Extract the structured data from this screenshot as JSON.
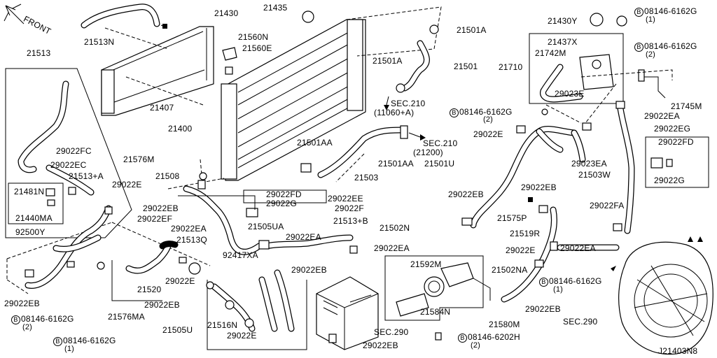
{
  "front_label": "FRONT",
  "diagram_id": "J21403N8",
  "labels": {
    "p21513N": "21513N",
    "p21513": "21513",
    "p21407": "21407",
    "p21430": "21430",
    "p21435": "21435",
    "p21560N": "21560N",
    "p21560E": "21560E",
    "p21501A_top": "21501A",
    "p21501A_mid": "21501A",
    "p21501": "21501",
    "sec210_a": "SEC.210",
    "sec210_a_sub": "(11060+A)",
    "p21400": "21400",
    "p21501AA_a": "21501AA",
    "p21501AA_b": "21501AA",
    "sec210_b": "SEC.210",
    "sec210_b_sub": "(21200)",
    "p21503": "21503",
    "p21508": "21508",
    "p21576M": "21576M",
    "p29022E_a": "29022E",
    "p29022FC": "29022FC",
    "p29022EC": "29022EC",
    "p21513A": "21513+A",
    "p21481N": "21481N",
    "p21440MA": "21440MA",
    "p92500Y": "92500Y",
    "p29022FD_a": "29022FD",
    "p29022G_a": "29022G",
    "p29022EE": "29022EE",
    "p29022F": "29022F",
    "p29022EB_a": "29022EB",
    "p29022EF": "29022EF",
    "p29022EA_a": "29022EA",
    "p21513Q": "21513Q",
    "p21505UA": "21505UA",
    "p29022EA_b": "29022EA",
    "p21513B": "21513+B",
    "p21502N": "21502N",
    "p92417XA": "92417XA",
    "p29022EA_c": "29022EA",
    "p29022EB_b": "29022EB",
    "p21520": "21520",
    "p29022E_b": "29022E",
    "p29022EB_c": "29022EB",
    "p21576MA": "21576MA",
    "bolt_b1": "08146-6162G",
    "bolt_b1_qty": "(2)",
    "bolt_b2": "08146-6162G",
    "bolt_b2_qty": "(1)",
    "p29022EB_d": "29022EB",
    "p21516N": "21516N",
    "p29022E_c": "29022E",
    "p21505U": "21505U",
    "sec290_a": "SEC.290",
    "p29022EB_e": "29022EB",
    "p21430Y": "21430Y",
    "bolt_r1": "08146-6162G",
    "bolt_r1_qty": "(1)",
    "p21437X": "21437X",
    "bolt_r2": "08146-6162G",
    "bolt_r2_qty": "(2)",
    "p21742M": "21742M",
    "p21710": "21710",
    "p29023E": "29023E",
    "p21745M": "21745M",
    "bolt_m1": "08146-6162G",
    "bolt_m1_qty": "(2)",
    "p29022EA_d": "29022EA",
    "p29022EG": "29022EG",
    "p29022E_d": "29022E",
    "p29022FD_b": "29022FD",
    "p29022G_b": "29022G",
    "p29023EA": "29023EA",
    "p21501U": "21501U",
    "p21503W": "21503W",
    "p29022EB_f": "29022EB",
    "p29022EB_g": "29022EB",
    "p29022FA": "29022FA",
    "p21575P": "21575P",
    "p21519R": "21519R",
    "p29022E_e": "29022E",
    "p29022EA_e": "29022EA",
    "p21592M": "21592M",
    "p21502NA": "21502NA",
    "bolt_m2": "08146-6162G",
    "bolt_m2_qty": "(1)",
    "p21584N": "21584N",
    "p29022EB_h": "29022EB",
    "p21580M": "21580M",
    "sec290_b": "SEC.290",
    "bolt_m3": "08146-6202H",
    "bolt_m3_qty": "(2)",
    "bolt_prefix": "B"
  }
}
